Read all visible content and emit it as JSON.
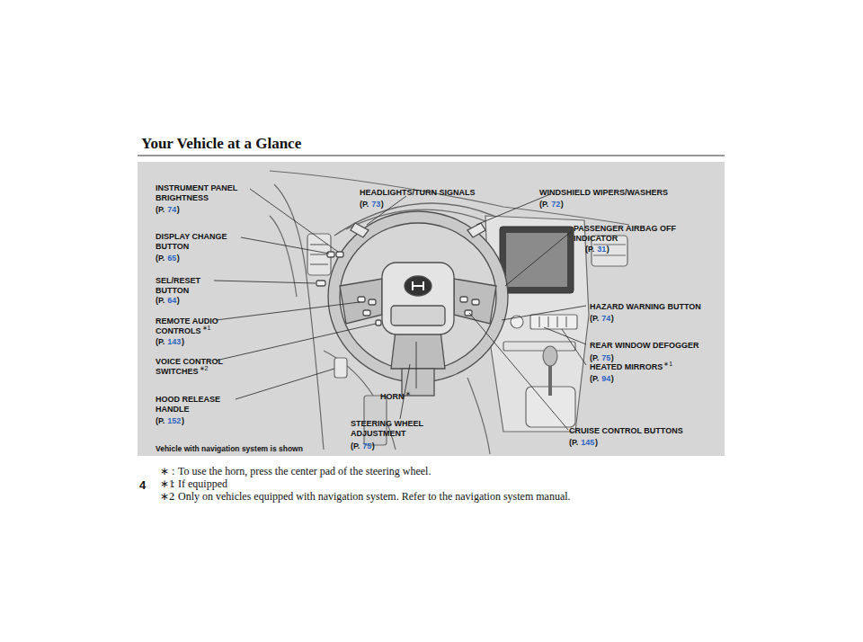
{
  "diagram": {
    "title": "Your Vehicle at a Glance",
    "labels": [
      "INSTRUMENT PANEL BRIGHTNESS",
      "(P.",
      "74",
      ")",
      "DISPLAY CHANGE BUTTON",
      "(P.",
      "65",
      ")",
      "SEL/RESET BUTTON",
      "(P.",
      "64",
      ")",
      "REMOTE AUDIO CONTROLS",
      "∗1",
      "(P.",
      "143",
      ")",
      "VOICE CONTROL SWITCHES",
      "∗2",
      "HOOD RELEASE HANDLE",
      "(P.",
      "152",
      ")",
      "HEADLIGHTS/TURN SIGNALS",
      "(P.",
      "73",
      ")",
      "HORN",
      "∗",
      "STEERING WHEEL ADJUSTMENT",
      "(P.",
      "75",
      ")",
      "WINDSHIELD WIPERS/WASHERS",
      "(P.",
      "72",
      ")",
      "PASSENGER AIRBAG OFF INDICATOR",
      "(P.",
      "31",
      ")",
      "HAZARD WARNING BUTTON",
      "(P.",
      "74",
      ")",
      "REAR WINDOW DEFOGGER",
      "(P.",
      "75",
      ")",
      "HEATED MIRRORS",
      "∗1",
      "(P.",
      "94",
      ")",
      "CRUISE CONTROL BUTTONS",
      "(P.",
      "145",
      ")",
      "Vehicle with navigation system is shown",
      "∗",
      ":",
      "To use the horn, press the center pad of the steering wheel.",
      "∗1",
      ":",
      "If equipped",
      "∗2",
      ":",
      "Only on vehicles equipped with navigation system. Refer to the navigation system manual.",
      "4"
    ]
  }
}
